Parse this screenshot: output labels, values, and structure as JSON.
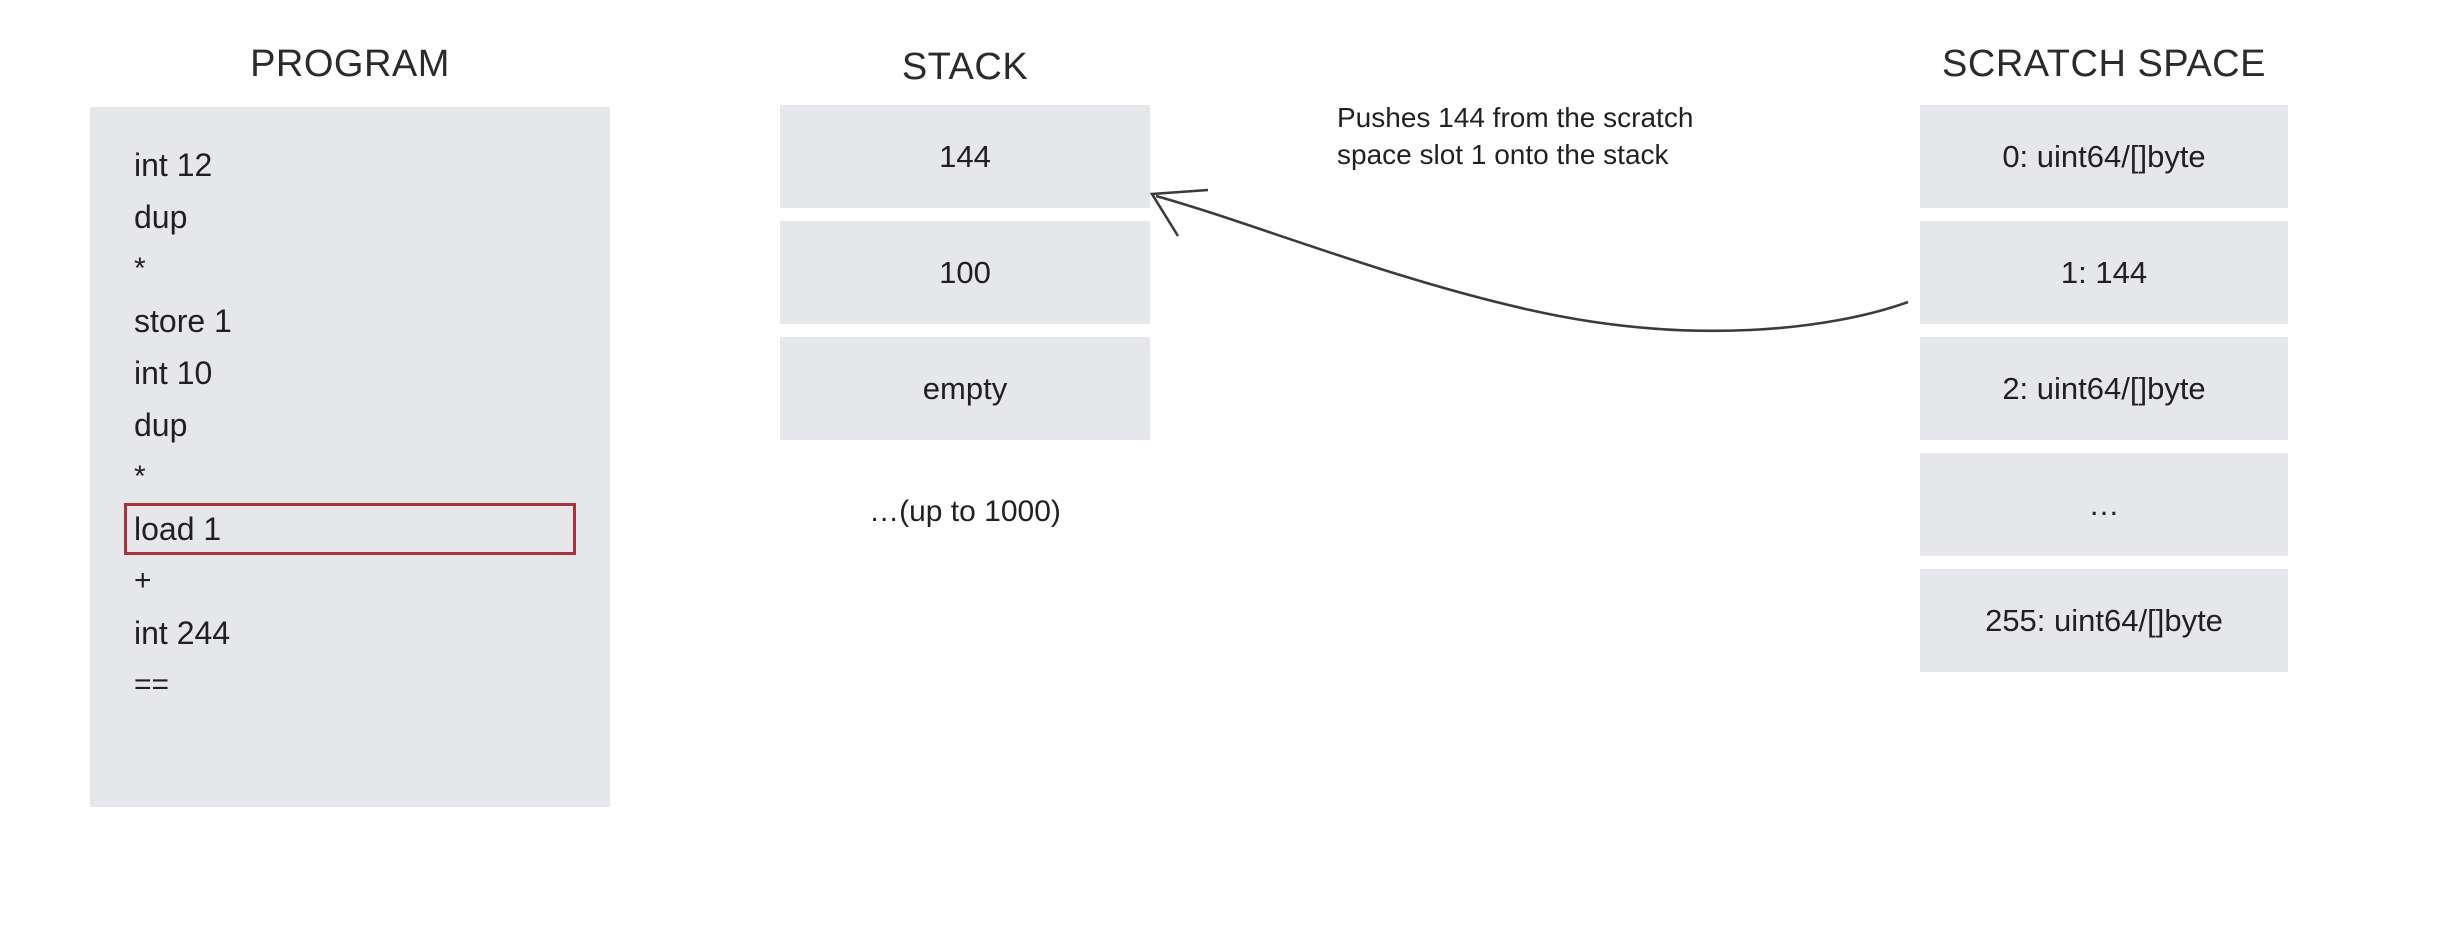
{
  "columns": {
    "program": {
      "heading": "PROGRAM",
      "lines": [
        {
          "text": "int 12",
          "highlighted": false,
          "symbol": false
        },
        {
          "text": "dup",
          "highlighted": false,
          "symbol": false
        },
        {
          "text": "*",
          "highlighted": false,
          "symbol": true
        },
        {
          "text": "store 1",
          "highlighted": false,
          "symbol": false
        },
        {
          "text": "int 10",
          "highlighted": false,
          "symbol": false
        },
        {
          "text": "dup",
          "highlighted": false,
          "symbol": false
        },
        {
          "text": "*",
          "highlighted": false,
          "symbol": true
        },
        {
          "text": "load 1",
          "highlighted": true,
          "symbol": false
        },
        {
          "text": "+",
          "highlighted": false,
          "symbol": true
        },
        {
          "text": "int 244",
          "highlighted": false,
          "symbol": false
        },
        {
          "text": "==",
          "highlighted": false,
          "symbol": true
        }
      ]
    },
    "stack": {
      "heading": "STACK",
      "slots": [
        {
          "text": "144"
        },
        {
          "text": "100"
        },
        {
          "text": "empty"
        }
      ],
      "footnote": "…(up to 1000)"
    },
    "scratch": {
      "heading": "SCRATCH SPACE",
      "slots": [
        {
          "text": "0: uint64/[]byte"
        },
        {
          "text": "1: 144"
        },
        {
          "text": "2: uint64/[]byte"
        },
        {
          "text": "…"
        },
        {
          "text": "255: uint64/[]byte"
        }
      ]
    }
  },
  "annotation": {
    "line1": "Pushes 144 from the scratch",
    "line2": "space slot 1 onto the stack"
  },
  "colors": {
    "panel_fill": "#e5e7ea",
    "highlight_border": "#a8333f",
    "text": "#231f20",
    "arrow": "#3b3b3b",
    "background": "#ffffff"
  }
}
